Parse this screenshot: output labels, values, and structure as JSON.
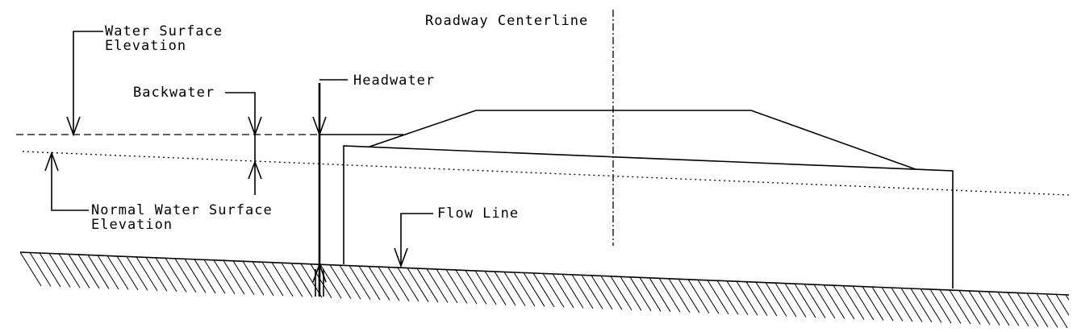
{
  "diagram": {
    "labels": {
      "water_surface_line1": "Water Surface",
      "water_surface_line2": "Elevation",
      "roadway_centerline": "Roadway Centerline",
      "backwater": "Backwater",
      "headwater": "Headwater",
      "normal_ws_line1": "Normal Water Surface",
      "normal_ws_line2": "Elevation",
      "flow_line": "Flow Line"
    },
    "colors": {
      "line": "#000000",
      "background": "#ffffff"
    }
  }
}
